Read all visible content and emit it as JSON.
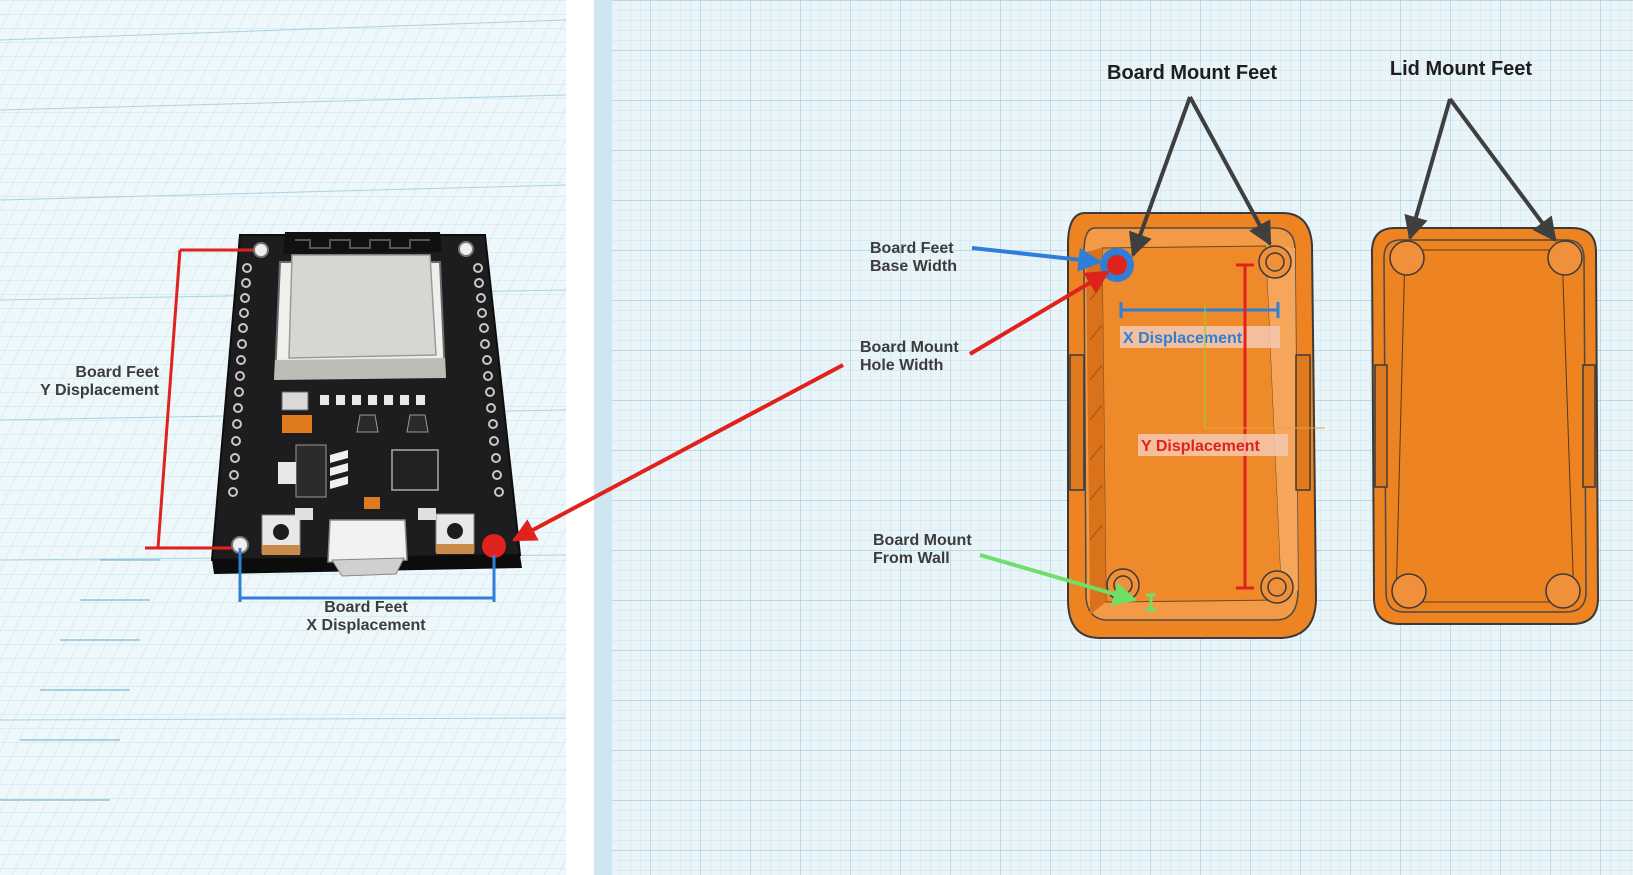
{
  "left_panel": {
    "y_label": [
      "Board Feet",
      "Y Displacement"
    ],
    "x_label": [
      "Board Feet",
      "X Displacement"
    ]
  },
  "right_panel": {
    "board_mount_feet": "Board Mount Feet",
    "lid_mount_feet": "Lid Mount Feet",
    "board_feet_base_width": [
      "Board Feet",
      "Base Width"
    ],
    "board_mount_hole_width": [
      "Board Mount",
      "Hole Width"
    ],
    "board_mount_from_wall": [
      "Board Mount",
      "From Wall"
    ],
    "x_displacement": "X Displacement",
    "y_displacement": "Y Displacement"
  },
  "colors": {
    "grid_bg": "#e9f4f8",
    "grid_line": "#b9dbe8",
    "grid_major": "#8fc3d8",
    "pcb": "#1d1d1f",
    "orange": "#ee8322",
    "red": "#e0221c",
    "blue": "#2f7fd8",
    "green": "#6ee06a",
    "dark_arrow": "#3f3f3f"
  }
}
